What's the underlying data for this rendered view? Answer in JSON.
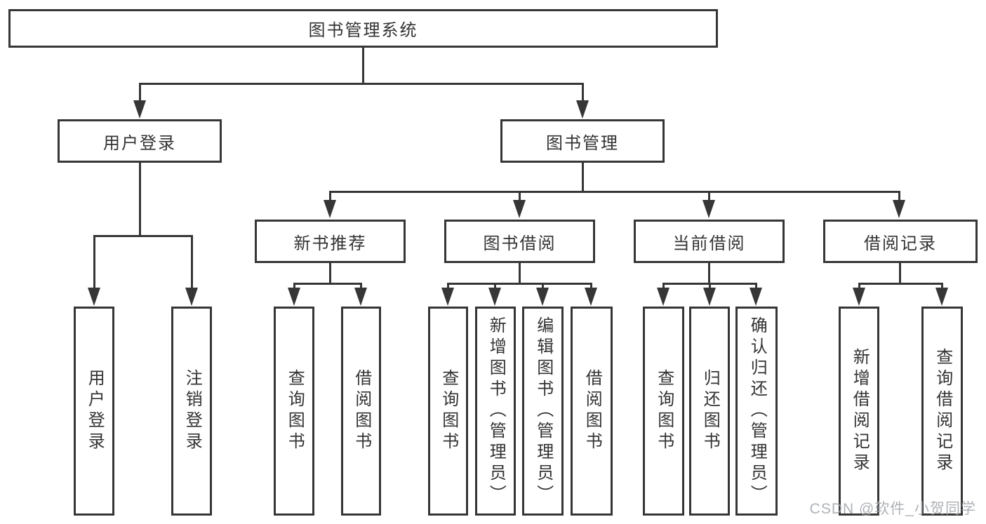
{
  "tree": {
    "label": "图书管理系统",
    "children": [
      {
        "label": "用户登录",
        "children": [
          {
            "label": "用户登录"
          },
          {
            "label": "注销登录"
          }
        ]
      },
      {
        "label": "图书管理",
        "children": [
          {
            "label": "新书推荐",
            "children": [
              {
                "label": "查询图书"
              },
              {
                "label": "借阅图书"
              }
            ]
          },
          {
            "label": "图书借阅",
            "children": [
              {
                "label": "查询图书"
              },
              {
                "label": "新增图书（管理员）"
              },
              {
                "label": "编辑图书（管理员）"
              },
              {
                "label": "借阅图书"
              }
            ]
          },
          {
            "label": "当前借阅",
            "children": [
              {
                "label": "查询图书"
              },
              {
                "label": "归还图书"
              },
              {
                "label": "确认归还（管理员）"
              }
            ]
          },
          {
            "label": "借阅记录",
            "children": [
              {
                "label": "新增借阅记录"
              },
              {
                "label": "查询借阅记录"
              }
            ]
          }
        ]
      }
    ]
  },
  "watermark": {
    "text": "CSDN @软件_小贺同学"
  },
  "colors": {
    "line": "#363636",
    "text": "#333333",
    "background": "#ffffff",
    "watermark": "#a0a4aa"
  }
}
